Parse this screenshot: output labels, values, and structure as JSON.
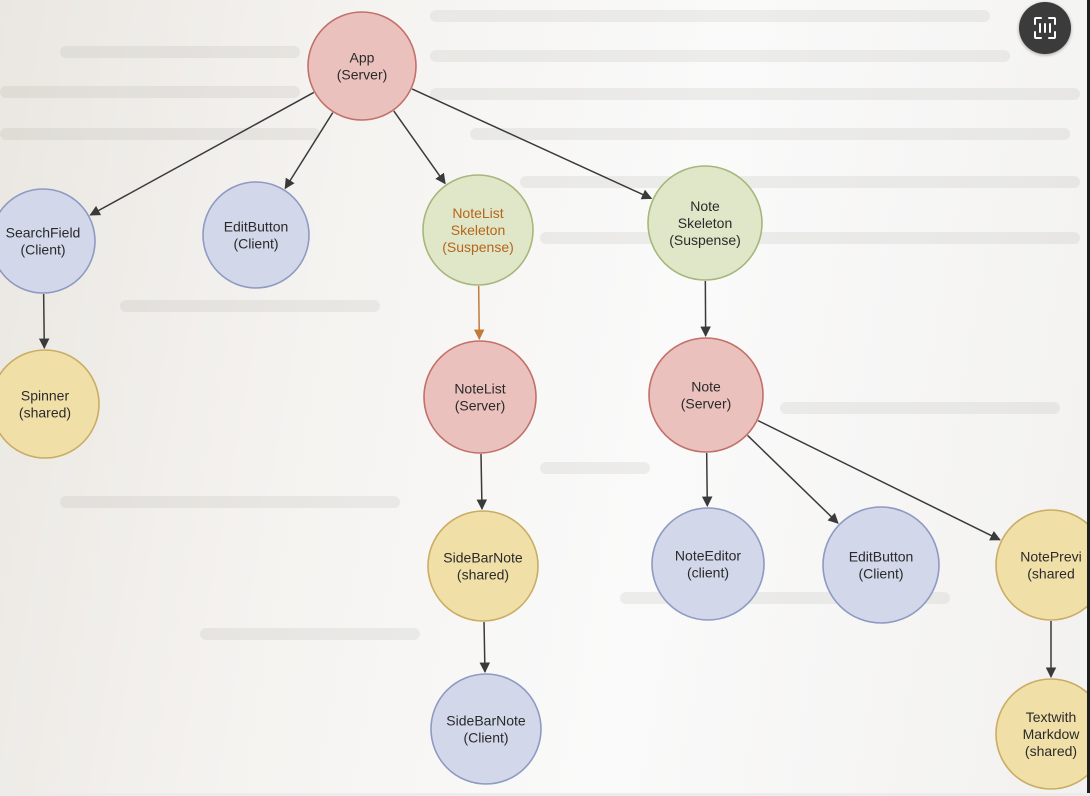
{
  "diagram": {
    "nodes": [
      {
        "id": "app",
        "lines": [
          "App",
          "(Server)"
        ],
        "kind": "server"
      },
      {
        "id": "search-field",
        "lines": [
          "SearchField",
          "(Client)"
        ],
        "kind": "client"
      },
      {
        "id": "edit-button-top",
        "lines": [
          "EditButton",
          "(Client)"
        ],
        "kind": "client"
      },
      {
        "id": "notelist-skeleton",
        "lines": [
          "NoteList",
          "Skeleton",
          "(Suspense)"
        ],
        "kind": "suspense"
      },
      {
        "id": "note-skeleton",
        "lines": [
          "Note",
          "Skeleton",
          "(Suspense)"
        ],
        "kind": "suspense"
      },
      {
        "id": "spinner",
        "lines": [
          "Spinner",
          "(shared)"
        ],
        "kind": "shared"
      },
      {
        "id": "notelist-server",
        "lines": [
          "NoteList",
          "(Server)"
        ],
        "kind": "server"
      },
      {
        "id": "note-server",
        "lines": [
          "Note",
          "(Server)"
        ],
        "kind": "server"
      },
      {
        "id": "sidebarnote-shared",
        "lines": [
          "SideBarNote",
          "(shared)"
        ],
        "kind": "shared"
      },
      {
        "id": "note-editor",
        "lines": [
          "NoteEditor",
          "(client)"
        ],
        "kind": "client"
      },
      {
        "id": "edit-button-bottom",
        "lines": [
          "EditButton",
          "(Client)"
        ],
        "kind": "client"
      },
      {
        "id": "note-preview",
        "lines": [
          "NotePrevi",
          "(shared"
        ],
        "kind": "shared"
      },
      {
        "id": "sidebarnote-client",
        "lines": [
          "SideBarNote",
          "(Client)"
        ],
        "kind": "client"
      },
      {
        "id": "text-with-markdown",
        "lines": [
          "Textwith",
          "Markdow",
          "(shared)"
        ],
        "kind": "shared"
      }
    ],
    "edges": [
      {
        "from": "app",
        "to": "search-field"
      },
      {
        "from": "app",
        "to": "edit-button-top"
      },
      {
        "from": "app",
        "to": "notelist-skeleton"
      },
      {
        "from": "app",
        "to": "note-skeleton"
      },
      {
        "from": "search-field",
        "to": "spinner"
      },
      {
        "from": "notelist-skeleton",
        "to": "notelist-server"
      },
      {
        "from": "note-skeleton",
        "to": "note-server"
      },
      {
        "from": "notelist-server",
        "to": "sidebarnote-shared"
      },
      {
        "from": "sidebarnote-shared",
        "to": "sidebarnote-client"
      },
      {
        "from": "note-server",
        "to": "note-editor"
      },
      {
        "from": "note-server",
        "to": "edit-button-bottom"
      },
      {
        "from": "note-server",
        "to": "note-preview"
      },
      {
        "from": "note-preview",
        "to": "text-with-markdown"
      }
    ],
    "colors": {
      "server": {
        "fill": "#ebc1bd",
        "stroke": "#c27069"
      },
      "client": {
        "fill": "#d2d7ea",
        "stroke": "#8e9ac2"
      },
      "suspense": {
        "fill": "#dfe7c8",
        "stroke": "#a6b77a"
      },
      "shared": {
        "fill": "#f1dfa8",
        "stroke": "#c9ad63"
      },
      "edge": "#3a3a3a",
      "edge_highlight": "#c27a3a",
      "text_highlight": "#b5651d"
    }
  },
  "scan_icon": "text-scan-icon"
}
